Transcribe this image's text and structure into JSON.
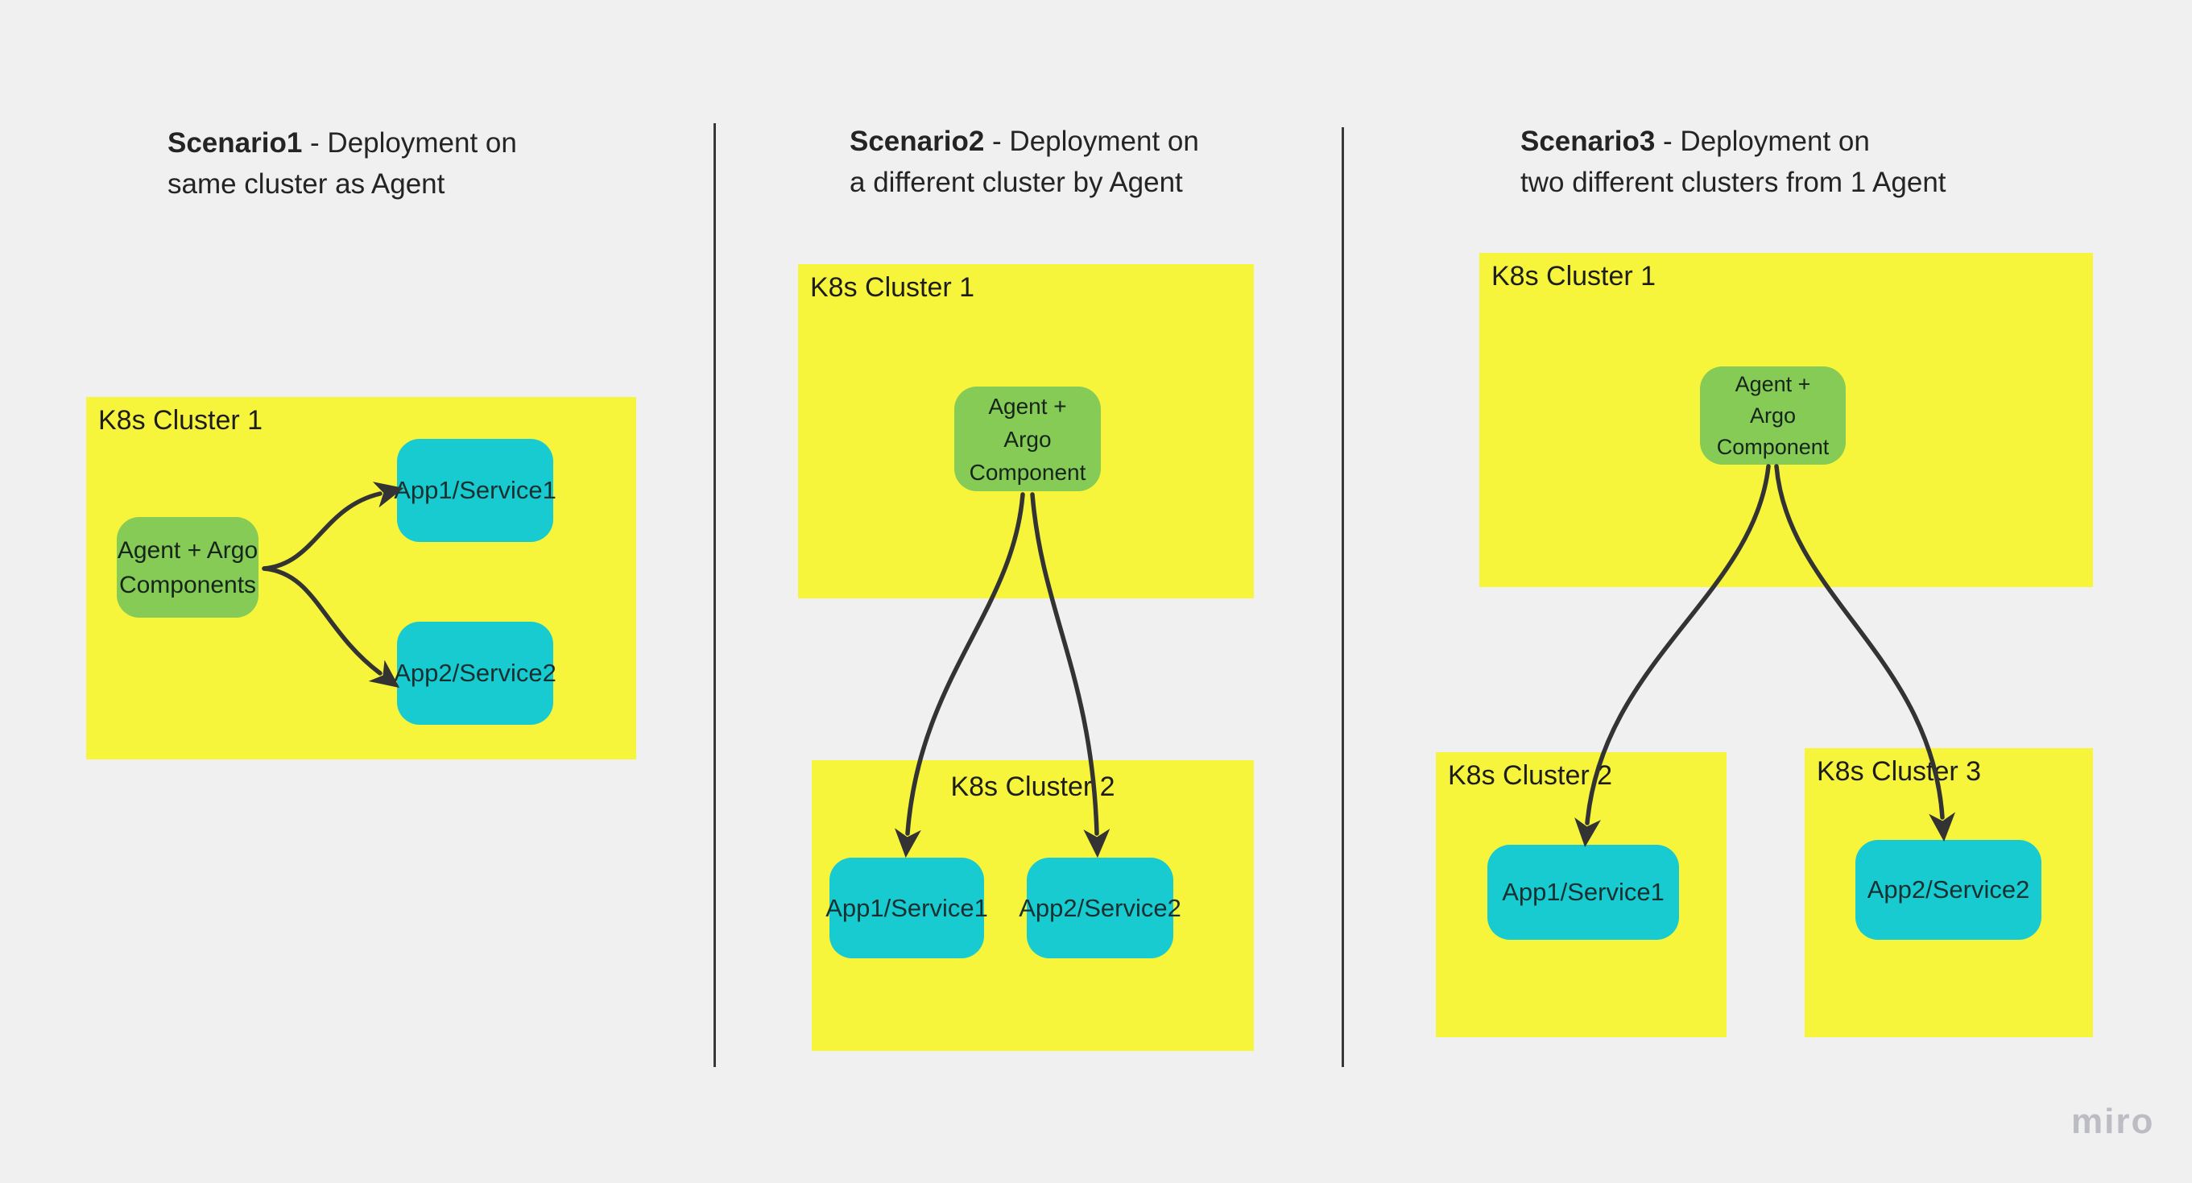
{
  "board": {
    "watermark": "miro"
  },
  "colors": {
    "background": "#F0F0F1",
    "yellow": "#F6F53C",
    "green": "#85CB56",
    "cyan": "#17CBD1",
    "ink": "#262626",
    "watermark": "#BCBCC4"
  },
  "scenarios": [
    {
      "title_bold": "Scenario1",
      "title_rest": " - Deployment on",
      "title_line2": "same cluster as Agent",
      "cluster1": {
        "label": "K8s Cluster 1",
        "agent_lines": [
          "Agent + Argo",
          "Components"
        ],
        "apps": [
          "App1/Service1",
          "App2/Service2"
        ]
      }
    },
    {
      "title_bold": "Scenario2",
      "title_rest": " - Deployment on",
      "title_line2": "a different cluster by Agent",
      "cluster1": {
        "label": "K8s Cluster 1",
        "agent_lines": [
          "Agent +",
          "Argo",
          "Component"
        ]
      },
      "cluster2": {
        "label": "K8s Cluster 2",
        "apps": [
          "App1/Service1",
          "App2/Service2"
        ]
      }
    },
    {
      "title_bold": "Scenario3",
      "title_rest": " - Deployment on",
      "title_line2": "two different clusters from 1 Agent",
      "cluster1": {
        "label": "K8s Cluster 1",
        "agent_lines": [
          "Agent +",
          "Argo",
          "Component"
        ]
      },
      "cluster2": {
        "label": "K8s Cluster 2",
        "apps": [
          "App1/Service1"
        ]
      },
      "cluster3": {
        "label": "K8s Cluster 3",
        "apps": [
          "App2/Service2"
        ]
      }
    }
  ]
}
